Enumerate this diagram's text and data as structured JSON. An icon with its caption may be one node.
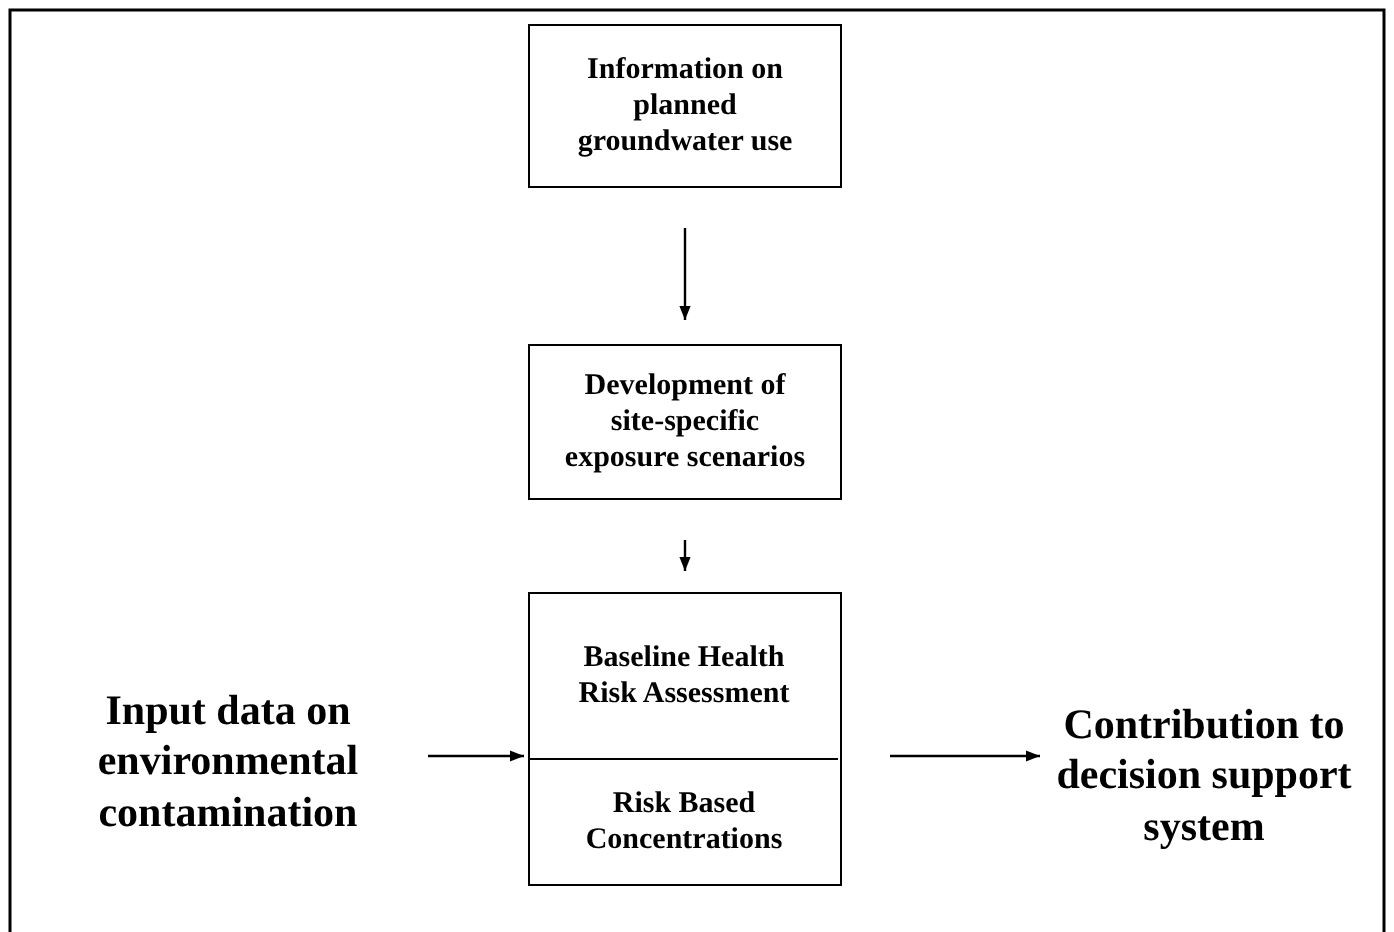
{
  "diagram": {
    "nodes": [
      {
        "text": [
          "Information on planned groundwater use"
        ]
      },
      {
        "text": [
          "Development of site-specific exposure scenarios"
        ]
      },
      {
        "text": [],
        "shape": "box"
      },
      {
        "text": [
          "Baseline Health Risk Assessment"
        ],
        "in": 2
      },
      {
        "text": [
          "Risk Based Concentrations"
        ],
        "in": 2
      },
      {
        "text": [
          "Input data on environmental contamination"
        ]
      },
      {
        "text": [
          "Contribution to decision support system"
        ]
      }
    ],
    "edges": [
      {
        "from": 0,
        "to": 1,
        "arrow": "to"
      },
      {
        "from": 1,
        "to": 3,
        "arrow": "to"
      },
      {
        "from": 5,
        "to": 2,
        "arrow": "to"
      },
      {
        "from": 2,
        "to": 6,
        "arrow": "to"
      }
    ]
  }
}
